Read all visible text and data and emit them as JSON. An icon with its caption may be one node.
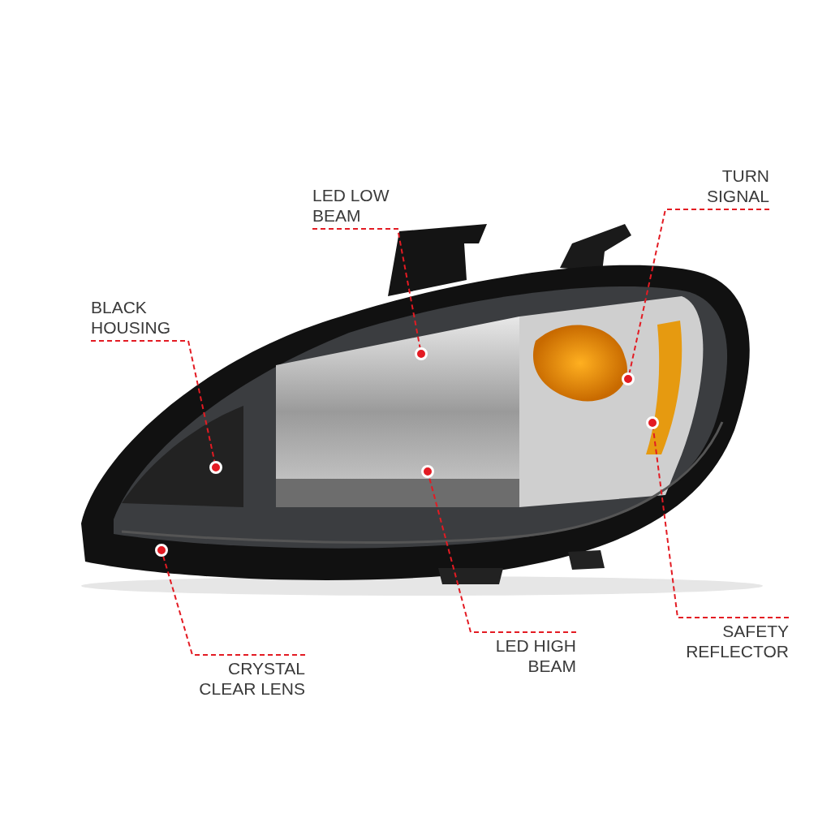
{
  "diagram": {
    "nodes": [
      {
        "text": [
          "LED LOW BEAM"
        ]
      },
      {
        "text": [
          "TURN SIGNAL"
        ]
      },
      {
        "text": [
          "BLACK HOUSING"
        ]
      },
      {
        "text": [
          "SAFETY REFLECTOR"
        ]
      },
      {
        "text": [
          "LED HIGH BEAM"
        ]
      },
      {
        "text": [
          "CRYSTAL CLEAR LENS"
        ]
      },
      {
        "text": [],
        "shape": "circle"
      },
      {
        "text": [],
        "shape": "circle"
      },
      {
        "text": [],
        "shape": "circle"
      },
      {
        "text": [],
        "shape": "circle"
      },
      {
        "text": [],
        "shape": "circle"
      },
      {
        "text": [],
        "shape": "circle"
      }
    ],
    "edges": [
      {
        "from": 0,
        "to": 6,
        "arrow": "none",
        "style": "dashed"
      },
      {
        "from": 1,
        "to": 7,
        "arrow": "none",
        "style": "dashed"
      },
      {
        "from": 2,
        "to": 8,
        "arrow": "none",
        "style": "dashed"
      },
      {
        "from": 3,
        "to": 9,
        "arrow": "none",
        "style": "dashed"
      },
      {
        "from": 4,
        "to": 10,
        "arrow": "none",
        "style": "dashed"
      },
      {
        "from": 5,
        "to": 11,
        "arrow": "none",
        "style": "dashed"
      }
    ]
  }
}
